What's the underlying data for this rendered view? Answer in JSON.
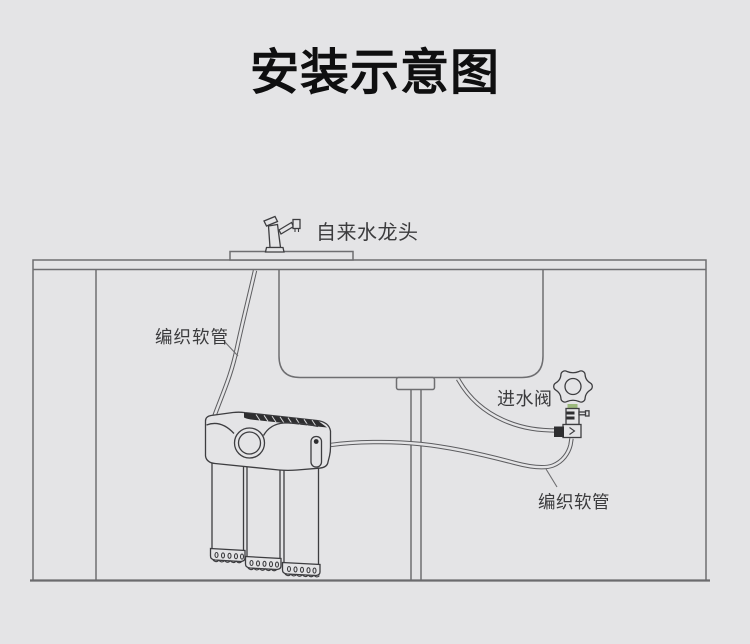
{
  "title": "安装示意图",
  "labels": {
    "faucet": "自来水龙头",
    "hose_left": "编织软管",
    "inlet_valve": "进水阀",
    "hose_right": "编织软管"
  },
  "colors": {
    "background": "#e4e4e6",
    "structure_line": "#6e6e71",
    "floor_line": "#6b6b6e",
    "drawing_line": "#3d3d40",
    "hose_line": "#5c5c5f",
    "text": "#3b3b3d",
    "title_text": "#0f0f10",
    "dark_fill": "#2e2e30",
    "accent_green": "#9cb97d"
  }
}
